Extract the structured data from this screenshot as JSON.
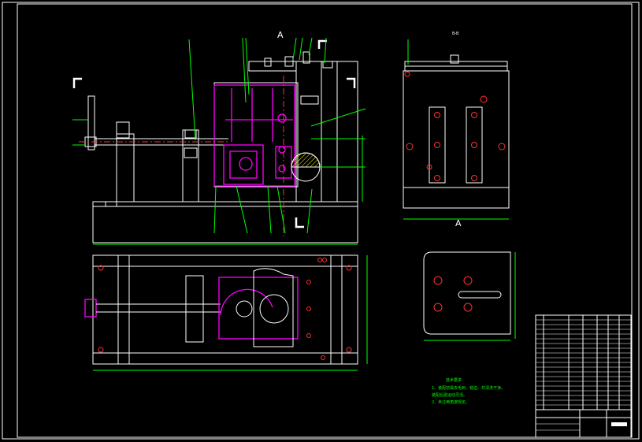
{
  "drawing": {
    "section_letter": "A",
    "view_label_bottom": "A",
    "view_label_top": "B-B",
    "tech_title": "技术要求",
    "tech_line_1": "1、装配前需去毛刺、锐边、并清洗干净。",
    "tech_line_2": "装配后需运动灵活。",
    "tech_line_3": "2、未注倒角按规定。",
    "colors": {
      "background": "#000000",
      "outline": "#ffffff",
      "dimension": "#00ff00",
      "workpiece": "#ff00ff",
      "centerline": "#ff3030",
      "hatch": "#ffff00"
    }
  }
}
